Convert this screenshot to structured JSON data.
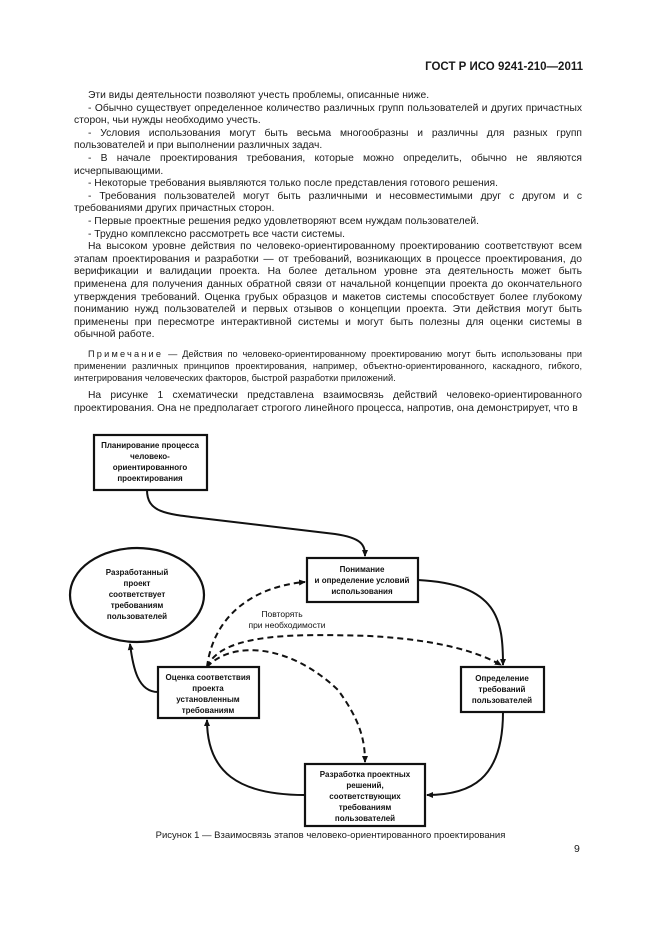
{
  "header": {
    "doc_id": "ГОСТ Р ИСО 9241-210—2011"
  },
  "paragraphs": [
    "Эти виды деятельности позволяют учесть проблемы, описанные ниже.",
    "- Обычно существует определенное количество различных групп пользователей и других причастных сторон, чьи нужды необходимо учесть.",
    "- Условия использования могут быть весьма многообразны и различны для разных групп пользователей и при выполнении различных задач.",
    "- В начале проектирования требования, которые можно определить, обычно не являются исчерпывающими.",
    "- Некоторые требования выявляются только после представления готового решения.",
    "- Требования пользователей могут быть различными и несовместимыми друг с другом и с требованиями других причастных сторон.",
    "- Первые проектные решения редко удовлетворяют всем нуждам пользователей.",
    "- Трудно комплексно рассмотреть все части системы.",
    "На высоком уровне действия по человеко-ориентированному проектированию соответствуют всем этапам проектирования и разработки — от требований, возникающих в процессе проектирования, до верификации и валидации проекта. На более детальном уровне эта деятельность может быть применена для получения данных обратной связи от начальной концепции проекта до окончательного утверждения требований. Оценка грубых образцов и макетов системы способствует более глубокому пониманию нужд пользователей и первых отзывов о концепции проекта. Эти действия могут быть применены при пересмотре интерактивной системы и могут быть полезны для оценки системы в обычной работе."
  ],
  "note": {
    "label": "Примечание",
    "text": " — Действия по человеко-ориентированному проектированию могут быть использованы при применении различных принципов проектирования, например, объектно-ориентированного, каскадного, гибкого, интегрирования человеческих факторов, быстрой разработки приложений."
  },
  "last_paragraph": "На рисунке 1 схематически представлена взаимосвязь действий человеко-ориентированного проектирования. Она не предполагает строгого линейного процесса, напротив, она демонстрирует, что в",
  "figure": {
    "nodes": {
      "planning": [
        "Планирование процесса",
        "человеко-",
        "ориентированного",
        "проектирования"
      ],
      "understanding": [
        "Понимание",
        "и определение условий",
        "использования"
      ],
      "outcome": [
        "Разработанный",
        "проект",
        "соответствует",
        "требованиям",
        "пользователей"
      ],
      "evaluation": [
        "Оценка соответствия",
        "проекта",
        "установленным",
        "требованиям"
      ],
      "requirements": [
        "Определение",
        "требований",
        "пользователей"
      ],
      "design": [
        "Разработка проектных",
        "решений,",
        "соответствующих",
        "требованиям",
        "пользователей"
      ]
    },
    "iterate_label": [
      "Повторять",
      "при необходимости"
    ],
    "caption": "Рисунок 1 — Взаимосвязь этапов человеко-ориентированного проектирования"
  },
  "page_number": "9"
}
